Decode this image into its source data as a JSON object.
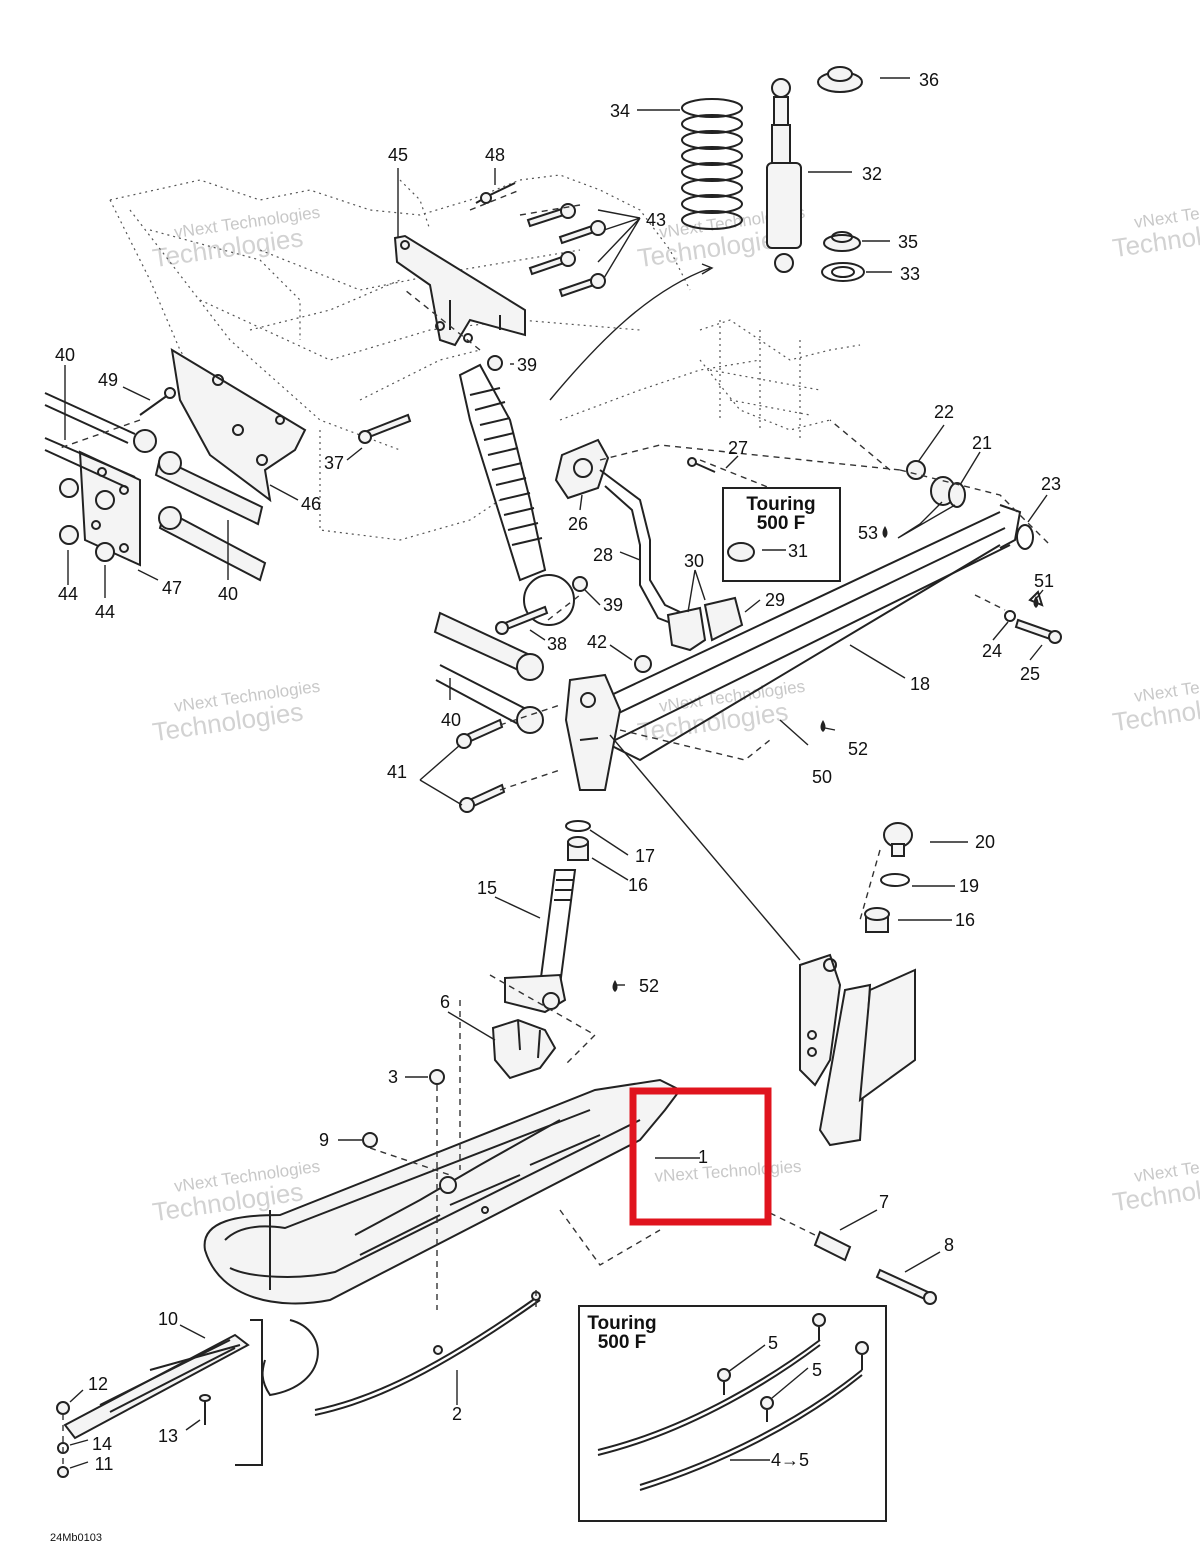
{
  "figure_id": "24Mb0103",
  "callouts": {
    "c1": "1",
    "c2": "2",
    "c3": "3",
    "c4": "4→5",
    "c5a": "5",
    "c5b": "5",
    "c6": "6",
    "c7": "7",
    "c8": "8",
    "c9": "9",
    "c10": "10",
    "c11": "11",
    "c12": "12",
    "c13": "13",
    "c14": "14",
    "c15": "15",
    "c16a": "16",
    "c16b": "16",
    "c17": "17",
    "c18": "18",
    "c19": "19",
    "c20": "20",
    "c21": "21",
    "c22": "22",
    "c23": "23",
    "c24": "24",
    "c25": "25",
    "c26": "26",
    "c27": "27",
    "c28": "28",
    "c29": "29",
    "c30": "30",
    "c31": "31",
    "c32": "32",
    "c33": "33",
    "c34": "34",
    "c35": "35",
    "c36": "36",
    "c37": "37",
    "c38": "38",
    "c39a": "39",
    "c39b": "39",
    "c40a": "40",
    "c40b": "40",
    "c40c": "40",
    "c41": "41",
    "c42": "42",
    "c43": "43",
    "c44a": "44",
    "c44b": "44",
    "c45": "45",
    "c46": "46",
    "c47": "47",
    "c48": "48",
    "c49": "49",
    "c50": "50",
    "c51": "51",
    "c52a": "52",
    "c52b": "52",
    "c53": "53"
  },
  "boxes": {
    "touring_top": {
      "line1": "Touring",
      "line2": "500 F"
    },
    "touring_bottom": {
      "line1": "Touring",
      "line2": "500 F"
    }
  },
  "watermark": {
    "line1": "vNext Technologies",
    "line2": "Technologies",
    "tilted": "vNext"
  },
  "highlight": {
    "target": "1",
    "color": "#e0141e"
  }
}
